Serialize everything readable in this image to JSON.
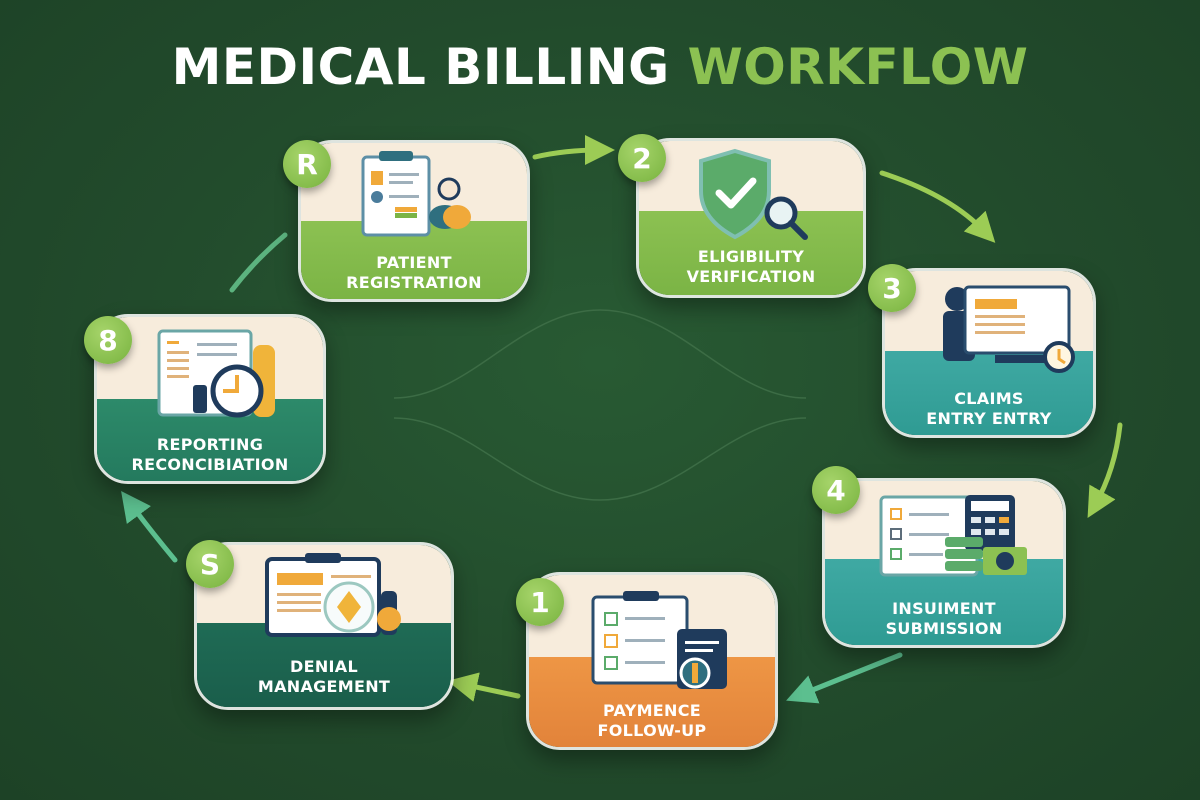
{
  "title": {
    "part1": "MEDICAL BILLING",
    "part2": "WORKFLOW"
  },
  "colors": {
    "background": "#224b2c",
    "title_white": "#ffffff",
    "title_green": "#8cc152",
    "badge_green": "#86bd4c",
    "card_top_cream": "#f7ecdc",
    "green_card": "#8cc152",
    "teal_card": "#3aa89e",
    "orange_card": "#e98e3f",
    "dark_teal_card": "#1f6b55",
    "teal_green_card": "#2d8a6a",
    "arrow_lime": "#9ccc55",
    "arrow_mint": "#5cbf8f"
  },
  "steps": [
    {
      "badge": "R",
      "label_line1": "Patient",
      "label_line2": "Registration",
      "icon": "clipboard-patient-icon"
    },
    {
      "badge": "2",
      "label_line1": "Eligibility",
      "label_line2": "Verification",
      "icon": "shield-check-magnifier-icon"
    },
    {
      "badge": "3",
      "label_line1": "Claims",
      "label_line2": "Entry Entry",
      "icon": "computer-user-clock-icon"
    },
    {
      "badge": "4",
      "label_line1": "Insuiment",
      "label_line2": "Submission",
      "icon": "checklist-calculator-money-icon"
    },
    {
      "badge": "1",
      "label_line1": "Paymence",
      "label_line2": "Follow-up",
      "icon": "checklist-card-icon"
    },
    {
      "badge": "S",
      "label_line1": "Denial",
      "label_line2": "Management",
      "icon": "document-warning-icon"
    },
    {
      "badge": "8",
      "label_line1": "Reporting",
      "label_line2": "Reconcibiation",
      "icon": "report-stopwatch-icon"
    }
  ]
}
